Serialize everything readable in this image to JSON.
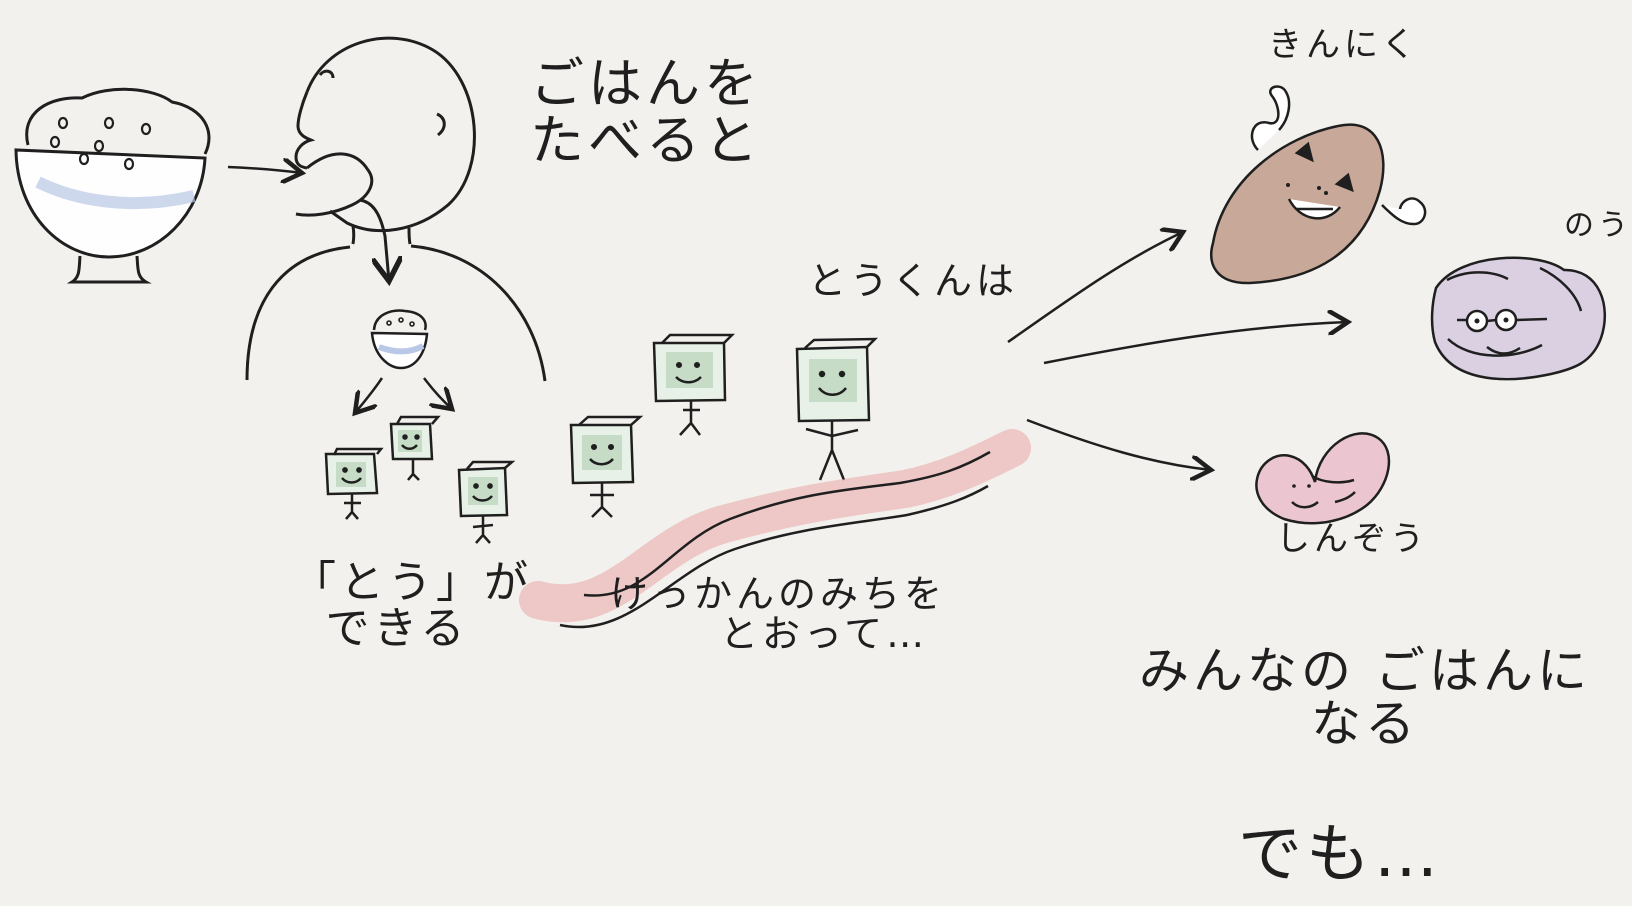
{
  "texts": {
    "eat_rice": [
      "ごはんを",
      "たべると"
    ],
    "sugar_made": [
      "「とう」が",
      "できる"
    ],
    "sugar_kun": "とうくんは",
    "through_blood": [
      "けっかんのみちを",
      "とおって…"
    ],
    "muscle": "きんにく",
    "brain": "のう",
    "heart": "しんぞう",
    "become_food": [
      "みんなの ごはんに",
      "なる"
    ],
    "but": "でも…"
  },
  "icons": [
    "rice-bowl-icon",
    "person-eating-icon",
    "small-rice-bowl-icon",
    "sugar-cube-character-icon",
    "blood-vessel-icon",
    "muscle-character-icon",
    "brain-character-icon",
    "heart-character-icon",
    "arrow-icon"
  ],
  "colors": {
    "paper": "#f3f1ed",
    "ink": "#1f1f1f",
    "bowl_blue": "#b8c8e6",
    "sugar_green": "#7ea67e",
    "vessel_pink": "#e8a5a5",
    "muscle_brown": "#b98f7b",
    "brain_purple": "#c4b5d8",
    "heart_pink": "#e7b3c3"
  }
}
